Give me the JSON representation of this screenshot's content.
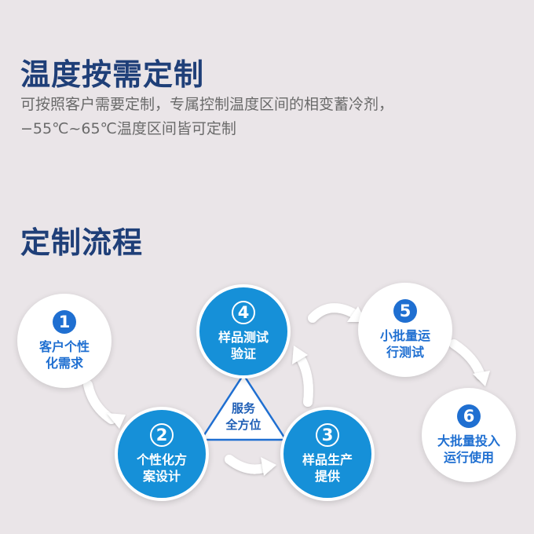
{
  "section1": {
    "title": "温度按需定制",
    "desc_line1": "可按照客户需要定制，专属控制温度区间的相变蓄冷剂，",
    "desc_line2": "−55℃~65℃温度区间皆可定制"
  },
  "section2": {
    "title": "定制流程"
  },
  "center": {
    "line1": "服务",
    "line2": "全方位"
  },
  "steps": [
    {
      "num": "1",
      "line1": "客户个性",
      "line2": "化需求"
    },
    {
      "num": "2",
      "line1": "个性化方",
      "line2": "案设计"
    },
    {
      "num": "3",
      "line1": "样品生产",
      "line2": "提供"
    },
    {
      "num": "4",
      "line1": "样品测试",
      "line2": "验证"
    },
    {
      "num": "5",
      "line1": "小批量运",
      "line2": "行测试"
    },
    {
      "num": "6",
      "line1": "大批量投入",
      "line2": "运行使用"
    }
  ],
  "colors": {
    "title": "#1f3f78",
    "accent_blue": "#1690d8",
    "dark_blue": "#1f6fd1",
    "background": "#eae5e8"
  }
}
